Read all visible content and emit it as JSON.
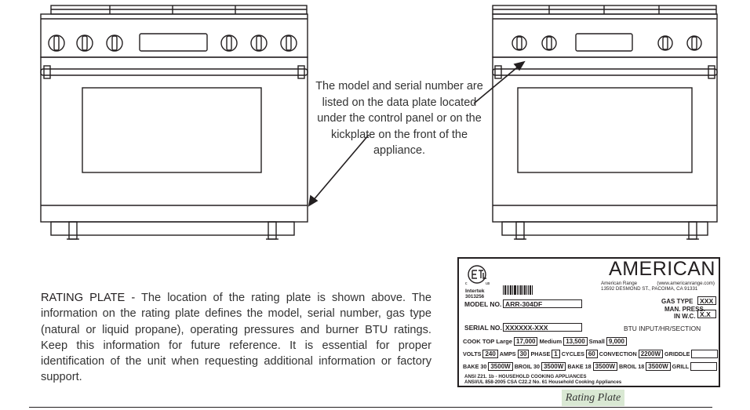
{
  "callout": {
    "text": "The model and serial number are listed on the data plate located under the control panel or on the kickplate on the front of the appliance."
  },
  "rating": {
    "heading": "RATING PLATE -",
    "body": " The location of the rating plate is shown above.  The information on the rating plate defines the model, serial number, gas type (natural or liquid propane), operating pressures and burner BTU ratings. Keep this information for future reference.  It is essential for proper identification of the unit when requesting additional information or factory support."
  },
  "plate": {
    "brand": "AMERICAN",
    "company": "American Range",
    "website": "(www.americanrange.com)",
    "address": "13592 DESMOND ST., PACOIMA, CA 91331",
    "cert_name": "Intertek",
    "cert_number": "3013256",
    "model_label": "MODEL NO.",
    "model_value": "ARR-304DF",
    "serial_label": "SERIAL NO.",
    "serial_value": "XXXXXX-XXX",
    "gas_type_label": "GAS TYPE",
    "gas_type_value": "XXX",
    "man_press_label": "MAN. PRESS.",
    "in_wc_label": "IN W.C.",
    "in_wc_value": "X.X",
    "btu_label": "BTU INPUT/HR/SECTION",
    "cooktop": {
      "label": "COOK TOP Large",
      "large": "17,000",
      "medium_label": "Medium",
      "medium": "13,500",
      "small_label": "Small",
      "small": "9,000"
    },
    "volts": {
      "volts_label": "VOLTS",
      "volts": "240",
      "amps_label": "AMPS",
      "amps": "30",
      "phase_label": "PHASE",
      "phase": "1",
      "cycles_label": "CYCLES",
      "cycles": "60",
      "convection_label": "CONVECTION",
      "convection": "2200W",
      "griddle_label": "GRIDDLE"
    },
    "bake": {
      "bake30_label": "BAKE 30",
      "bake30": "3500W",
      "broil30_label": "BROIL 30",
      "broil30": "3500W",
      "bake18_label": "BAKE 18",
      "bake18": "3500W",
      "broil18_label": "BROIL 18",
      "broil18": "3500W",
      "grill_label": "GRILL"
    },
    "ansi1": "ANSI Z21. 1b - HOUSEHOLD COOKING APPLIANCES",
    "ansi2": "ANSI/UL 858-2005 CSA C22.2 No. 61 Household Cooking Appliances"
  },
  "caption": "Rating Plate"
}
